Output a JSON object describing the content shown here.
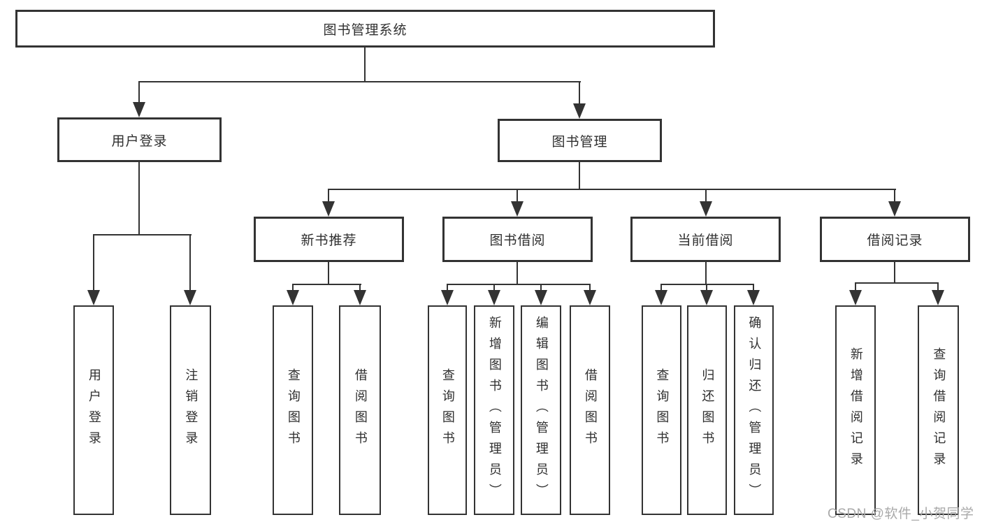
{
  "diagram": {
    "type": "hierarchy-tree",
    "root_label": "图书管理系统",
    "branches": [
      {
        "label": "用户登录",
        "children": [
          {
            "label": "用户登录"
          },
          {
            "label": "注销登录"
          }
        ]
      },
      {
        "label": "图书管理",
        "children": [
          {
            "label": "新书推荐",
            "children": [
              {
                "label": "查询图书"
              },
              {
                "label": "借阅图书"
              }
            ]
          },
          {
            "label": "图书借阅",
            "children": [
              {
                "label": "查询图书"
              },
              {
                "label": "新增图书（管理员）"
              },
              {
                "label": "编辑图书（管理员）"
              },
              {
                "label": "借阅图书"
              }
            ]
          },
          {
            "label": "当前借阅",
            "children": [
              {
                "label": "查询图书"
              },
              {
                "label": "归还图书"
              },
              {
                "label": "确认归还（管理员）"
              }
            ]
          },
          {
            "label": "借阅记录",
            "children": [
              {
                "label": "新增借阅记录"
              },
              {
                "label": "查询借阅记录"
              }
            ]
          }
        ]
      }
    ]
  },
  "watermark": {
    "text": "CSDN @软件_小贺同学"
  },
  "colors": {
    "line": "#333333",
    "text": "#2f2f2f",
    "box_background": "#ffffff",
    "page_background": "#ffffff",
    "watermark": "#a9a9a9"
  }
}
